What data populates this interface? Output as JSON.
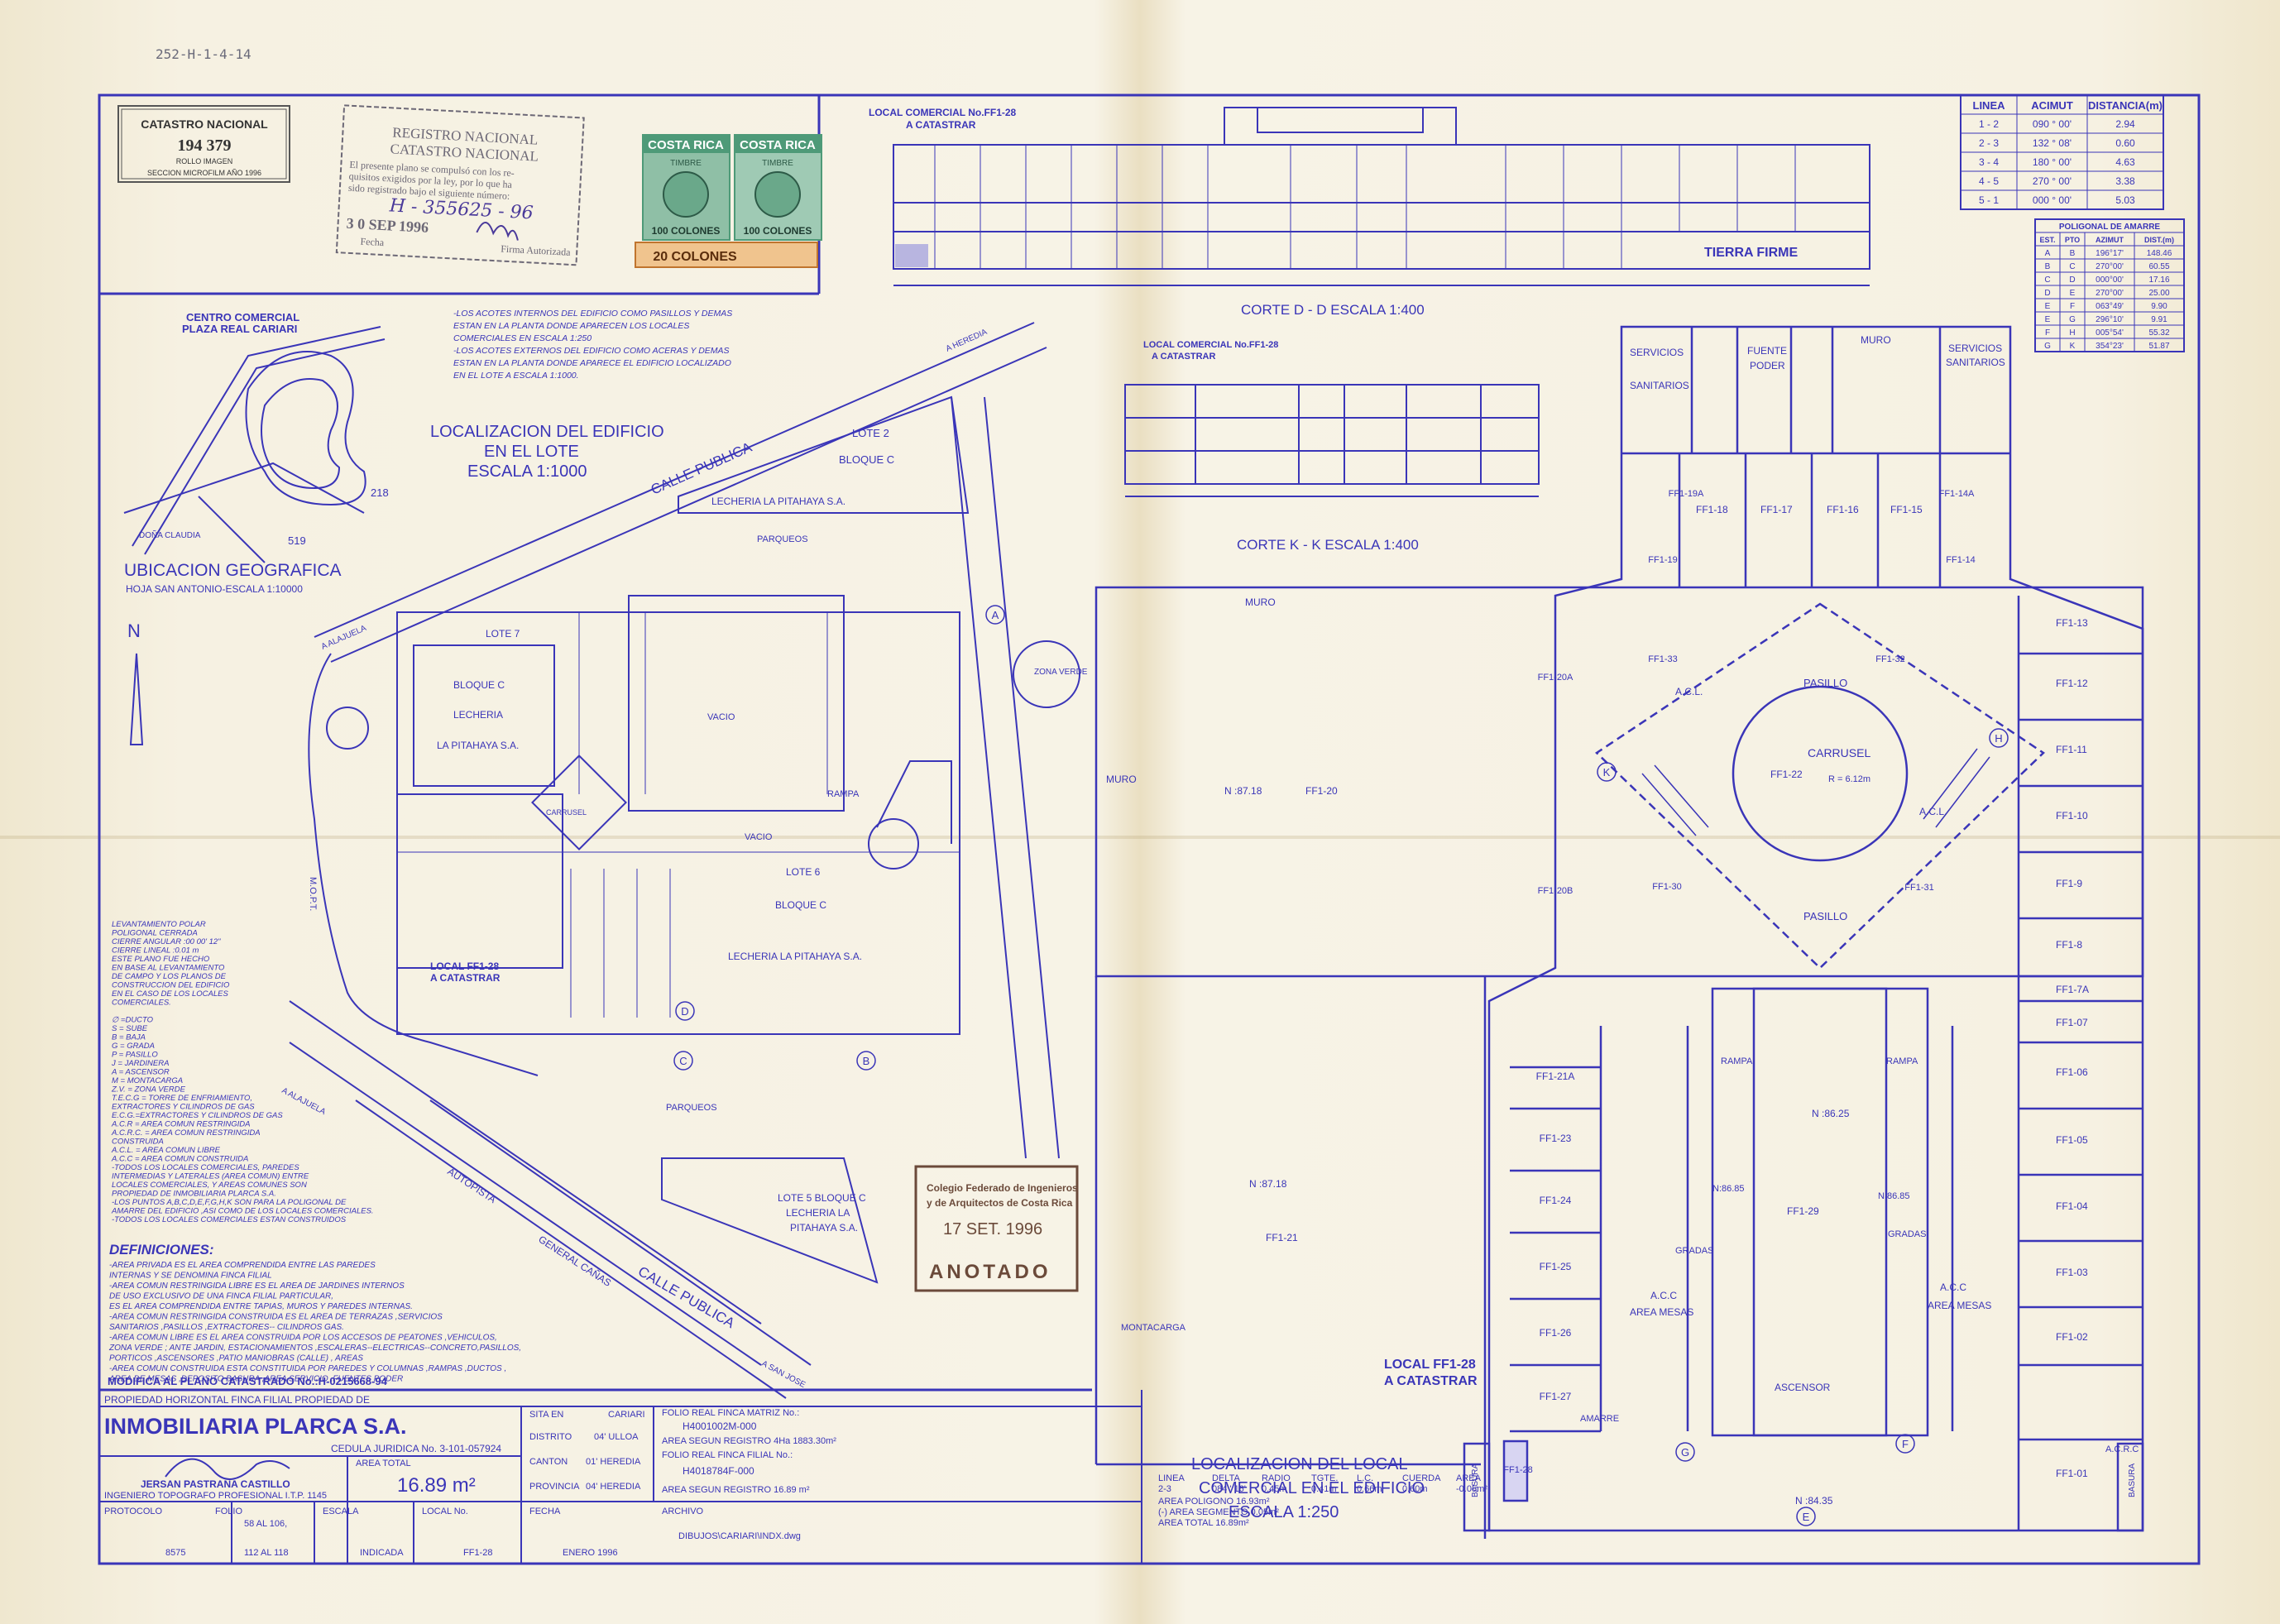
{
  "sheet_code": "252-H-1-4-14",
  "catastro": {
    "title": "CATASTRO NACIONAL",
    "number": "194 379",
    "line1": "ROLLO IMAGEN",
    "line2": "SECCION MICROFILM AÑO 1996"
  },
  "registro_stamp": {
    "title1": "REGISTRO NACIONAL",
    "title2": "CATASTRO NACIONAL",
    "body1": "El presente plano se compulsó con los re-",
    "body2": "quisitos exigidos por la ley, por lo que ha",
    "body3": "sido registrado bajo el siguiente número:",
    "number": "H - 355625 - 96",
    "date": "3 0 SEP 1996",
    "fecha": "Fecha",
    "firma": "Firma Autorizada"
  },
  "revenue_stamps": {
    "country": "COSTA RICA",
    "kind": "TIMBRE",
    "value1": "100 COLONES",
    "value2": "100 COLONES",
    "strip": "20 COLONES"
  },
  "corte_dd": {
    "header1": "LOCAL COMERCIAL No.FF1-28",
    "header2": "A CATASTRAR",
    "title": "CORTE  D - D      ESCALA  1:400",
    "tierra_firme": "TIERRA FIRME"
  },
  "corte_kk": {
    "header1": "LOCAL COMERCIAL No.FF1-28",
    "header2": "A CATASTRAR",
    "title": "CORTE  K - K          ESCALA  1:400"
  },
  "linea_table": {
    "headers": [
      "LINEA",
      "ACIMUT",
      "DISTANCIA(m)"
    ],
    "rows": [
      [
        "1 - 2",
        "090 ° 00'",
        "2.94"
      ],
      [
        "2 - 3",
        "132 ° 08'",
        "0.60"
      ],
      [
        "3 - 4",
        "180 ° 00'",
        "4.63"
      ],
      [
        "4 - 5",
        "270 ° 00'",
        "3.38"
      ],
      [
        "5 - 1",
        "000 ° 00'",
        "5.03"
      ]
    ]
  },
  "poligonal_table": {
    "title": "POLIGONAL DE AMARRE",
    "headers": [
      "EST.",
      "PTO",
      "AZIMUT",
      "DIST.(m)"
    ],
    "rows": [
      [
        "A",
        "B",
        "196°17'",
        "148.46"
      ],
      [
        "B",
        "C",
        "270°00'",
        "60.55"
      ],
      [
        "C",
        "D",
        "000°00'",
        "17.16"
      ],
      [
        "D",
        "E",
        "270°00'",
        "25.00"
      ],
      [
        "E",
        "F",
        "063°49'",
        "9.90"
      ],
      [
        "E",
        "G",
        "296°10'",
        "9.91"
      ],
      [
        "F",
        "H",
        "005°54'",
        "55.32"
      ],
      [
        "G",
        "K",
        "354°23'",
        "51.87"
      ]
    ]
  },
  "location_map": {
    "title1": "CENTRO COMERCIAL",
    "title2": "PLAZA REAL CARIARI",
    "caption1": "UBICACION GEOGRAFICA",
    "caption2": "HOJA SAN ANTONIO-ESCALA 1:10000",
    "label_218": "218",
    "label_519": "519",
    "dona_claudia": "DOÑA CLAUDIA",
    "north": "N"
  },
  "notes_top": [
    "-LOS ACOTES INTERNOS DEL EDIFICIO COMO PASILLOS Y DEMAS",
    "ESTAN EN LA PLANTA DONDE APARECEN LOS LOCALES",
    "COMERCIALES EN ESCALA 1:250",
    "-LOS ACOTES EXTERNOS DEL EDIFICIO COMO ACERAS Y DEMAS",
    "ESTAN EN LA PLANTA DONDE APARECE EL EDIFICIO LOCALIZADO",
    "EN EL LOTE A ESCALA 1:1000."
  ],
  "site_plan": {
    "title1": "LOCALIZACION DEL EDIFICIO",
    "title2": "EN EL LOTE",
    "title3": "ESCALA 1:1000",
    "calle_publica": "CALLE PUBLICA",
    "calle_publica_2": "CALLE PUBLICA",
    "autopista": "AUTOPISTA",
    "general_canas": "GENERAL CAÑAS",
    "lote2": "LOTE 2",
    "bloque_c_top": "BLOQUE C",
    "lecheria_top": "LECHERIA LA PITAHAYA S.A.",
    "lote7": "LOTE 7",
    "bloque_c_left": "BLOQUE C",
    "lecheria_left": "LECHERIA",
    "pitahaya_left": "LA PITAHAYA S.A.",
    "lote6": "LOTE 6",
    "bloque_c_right": "BLOQUE C",
    "lecheria_right": "LECHERIA LA PITAHAYA S.A.",
    "lote5": "LOTE 5 BLOQUE C",
    "lote5b": "LECHERIA LA",
    "lote5c": "PITAHAYA S.A.",
    "parqueos": "PARQUEOS",
    "vacio": "VACIO",
    "rampa": "RAMPA",
    "zona_verde": "ZONA VERDE",
    "local_ff": "LOCAL FF1-28",
    "local_ff2": "A CATASTRAR",
    "alajuela": "A ALAJUELA",
    "heredia": "A HEREDIA",
    "san_jose": "A SAN JOSE",
    "mopt": "M.O.P.T.",
    "carrusel": "CARRUSEL"
  },
  "legend_notes": [
    "LEVANTAMIENTO POLAR",
    "POLIGONAL CERRADA",
    "CIERRE ANGULAR :00 00' 12\"",
    "CIERRE LINEAL :0.01 m",
    "ESTE PLANO FUE HECHO",
    "EN BASE AL LEVANTAMIENTO",
    "DE CAMPO Y LOS PLANOS DE",
    "CONSTRUCCION DEL EDIFICIO",
    "EN EL CASO DE LOS LOCALES",
    "COMERCIALES.",
    "",
    "∅ =DUCTO",
    "S = SUBE",
    "B = BAJA",
    "G = GRADA",
    "P = PASILLO",
    "J = JARDINERA",
    "A = ASCENSOR",
    "M = MONTACARGA",
    "Z.V. = ZONA VERDE",
    "T.E.C.G = TORRE DE ENFRIAMIENTO,",
    "EXTRACTORES Y CILINDROS DE GAS",
    "E.C.G.=EXTRACTORES Y CILINDROS DE GAS",
    "A.C.R = AREA COMUN RESTRINGIDA",
    "A.C.R.C. = AREA COMUN RESTRINGIDA",
    "CONSTRUIDA",
    "A.C.L. = AREA COMUN LIBRE",
    "A.C.C = AREA COMUN CONSTRUIDA",
    "-TODOS LOS LOCALES COMERCIALES, PAREDES",
    "INTERMEDIAS Y LATERALES (AREA COMUN) ENTRE",
    "LOCALES COMERCIALES, Y AREAS COMUNES SON",
    "PROPIEDAD DE INMOBILIARIA PLARCA S.A.",
    "-LOS PUNTOS A,B,C,D,E,F,G,H,K SON PARA LA POLIGONAL DE",
    "AMARRE DEL EDIFICIO ,ASI COMO DE LOS LOCALES COMERCIALES.",
    "-TODOS LOS LOCALES COMERCIALES ESTAN CONSTRUIDOS"
  ],
  "definiciones": {
    "title": "DEFINICIONES:",
    "lines": [
      "-AREA PRIVADA ES EL AREA COMPRENDIDA ENTRE LAS PAREDES",
      "INTERNAS Y SE DENOMINA FINCA FILIAL",
      "-AREA COMUN RESTRINGIDA LIBRE ES EL AREA DE JARDINES INTERNOS",
      "DE USO EXCLUSIVO DE UNA FINCA FILIAL PARTICULAR,",
      "ES EL AREA COMPRENDIDA ENTRE TAPIAS, MUROS Y PAREDES INTERNAS.",
      "-AREA COMUN RESTRINGIDA CONSTRUIDA ES EL AREA DE TERRAZAS ,SERVICIOS",
      "SANITARIOS ,PASILLOS ,EXTRACTORES-- CILINDROS GAS.",
      "-AREA COMUN LIBRE ES EL AREA CONSTRUIDA POR LOS ACCESOS DE PEATONES ,VEHICULOS,",
      "ZONA VERDE ; ANTE JARDIN, ESTACIONAMIENTOS ,ESCALERAS--ELECTRICAS--CONCRETO,PASILLOS,",
      "PORTICOS ,ASCENSORES ,PATIO MANIOBRAS (CALLE) , AREAS",
      "-AREA COMUN CONSTRUIDA ESTA CONSTITUIDA POR PAREDES Y COLUMNAS ,RAMPAS ,DUCTOS ,",
      "AREA DE MESAS ,DEPOSITO BASURA ,AREA SERVICIO ,FUENTES PODER"
    ]
  },
  "title_block": {
    "modifica": "MODIFICA AL PLANO CATASTRADO No.:H-0215668-94",
    "propiedad": "PROPIEDAD HORIZONTAL FINCA FILIAL PROPIEDAD DE",
    "company": "INMOBILIARIA PLARCA S.A.",
    "cedula": "CEDULA JURIDICA No. 3-101-057924",
    "engineer": "JERSAN PASTRANA CASTILLO",
    "engineer_title": "INGENIERO TOPOGRAFO PROFESIONAL I.T.P. 1145",
    "area_total_label": "AREA TOTAL",
    "area_total": "16.89 m²",
    "sita_en": "SITA EN",
    "sita_val": "CARIARI",
    "distrito": "DISTRITO",
    "distrito_val": "04' ULLOA",
    "canton": "CANTON",
    "canton_val": "01' HEREDIA",
    "provincia": "PROVINCIA",
    "provincia_val": "04' HEREDIA",
    "folio_matriz_label": "FOLIO REAL FINCA MATRIZ No.:",
    "folio_matriz": "H4001002M-000",
    "area_registro": "AREA SEGUN REGISTRO 4Ha 1883.30m²",
    "folio_filial_label": "FOLIO REAL FINCA FILIAL No.:",
    "folio_filial": "H4018784F-000",
    "area_registro2": "AREA SEGUN REGISTRO   16.89 m²",
    "protocolo": "PROTOCOLO",
    "protocolo_val": "8575",
    "folio": "FOLIO",
    "folio_val1": "58 AL 106,",
    "folio_val2": "112 AL 118",
    "escala": "ESCALA",
    "escala_val": "INDICADA",
    "local_no": "LOCAL No.",
    "local_val": "FF1-28",
    "fecha": "FECHA",
    "fecha_val": "ENERO 1996",
    "archivo": "ARCHIVO",
    "archivo_val": "DIBUJOS\\CARIARI\\INDX.dwg"
  },
  "curve_table": {
    "headers": [
      "LINEA",
      "DELTA",
      "RADIO",
      "TGTE.",
      "L.C.",
      "CUERDA",
      "AREA"
    ],
    "row": [
      "2-3",
      "084 ' 16'",
      "0.45m",
      "0.41m",
      "0.66m",
      "0.60m",
      "-0.05m²"
    ],
    "area_poligono": "AREA POLIGONO      16.93m²",
    "area_segmento": "(-) AREA SEGMENTO    0.05m²",
    "area_total": "AREA TOTAL          16.89m²"
  },
  "colegio_stamp": {
    "line1": "Colegio Federado de Ingenieros",
    "line2": "y de Arquitectos de Costa Rica",
    "date": "17 SET. 1996",
    "anotado": "ANOTADO"
  },
  "floor_plan": {
    "title1": "LOCALIZACION DEL LOCAL",
    "title2": "COMERCIAL EN EL EDIFICIO",
    "title3": "ESCALA  1:250",
    "local_label1": "LOCAL FF1-28",
    "local_label2": "A CATASTRAR",
    "carrusel": "CARRUSEL",
    "ff122": "FF1-22",
    "radius": "R = 6.12m",
    "pasillo": "PASILLO",
    "acl": "A.C.L.",
    "acc": "A.C.C",
    "area_mesas": "AREA MESAS",
    "ascensor": "ASCENSOR",
    "rampa": "RAMPA",
    "muro": "MURO",
    "montacarga": "MONTACARGA",
    "servicios": "SERVICIOS",
    "sanitarios": "SANITARIOS",
    "fuente": "FUENTE",
    "poder": "PODER",
    "acrc": "A.C.R.C",
    "basura": "BASURA",
    "n8718": "N :87.18",
    "n8625": "N :86.25",
    "n8435": "N :84.35",
    "n8685": "N:86.85",
    "amarre": "AMARRE",
    "gradas": "GRADAS",
    "top_units": [
      "FF1-18",
      "FF1-17",
      "FF1-16",
      "FF1-15"
    ],
    "right_units": [
      "FF1-13",
      "FF1-12",
      "FF1-11",
      "FF1-10",
      "FF1-9",
      "FF1-8",
      "FF1-7A",
      "FF1-07",
      "FF1-06",
      "FF1-05",
      "FF1-04",
      "FF1-03",
      "FF1-02",
      "FF1-01"
    ],
    "left_units": [
      "FF1-21A",
      "FF1-23",
      "FF1-24",
      "FF1-25",
      "FF1-26",
      "FF1-27"
    ],
    "big_units": [
      "FF1-20",
      "FF1-21",
      "FF1-29"
    ],
    "corner_units": [
      "FF1-20A",
      "FF1-20B",
      "FF1-19",
      "FF1-19A",
      "FF1-14",
      "FF1-14A",
      "FF1-33",
      "FF1-32",
      "FF1-30",
      "FF1-31",
      "FF1-28"
    ],
    "points": [
      "A",
      "B",
      "C",
      "D",
      "E",
      "F",
      "G",
      "H",
      "K"
    ]
  },
  "colors": {
    "ink": "#3a35b8",
    "paper": "#f6f1e2",
    "stamp_gray": "#6c6876",
    "stamp_brown": "#6b4a3a",
    "stamp_green": "#4e9a78",
    "stamp_orange": "#e0a060"
  }
}
